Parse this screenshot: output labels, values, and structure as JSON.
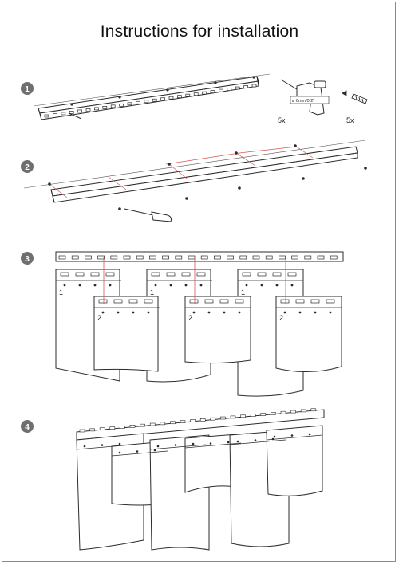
{
  "page": {
    "title": "Instructions for installation"
  },
  "steps": [
    {
      "number": "1",
      "drill_label": "ø 6mm/0.2\"",
      "drill_qty": "5x",
      "screw_qty": "5x"
    },
    {
      "number": "2"
    },
    {
      "number": "3",
      "panel_labels": [
        "1",
        "2"
      ]
    },
    {
      "number": "4"
    }
  ],
  "colors": {
    "line": "#2b2b2b",
    "accent_guide": "#d9534f",
    "badge": "#6f6f6f"
  }
}
